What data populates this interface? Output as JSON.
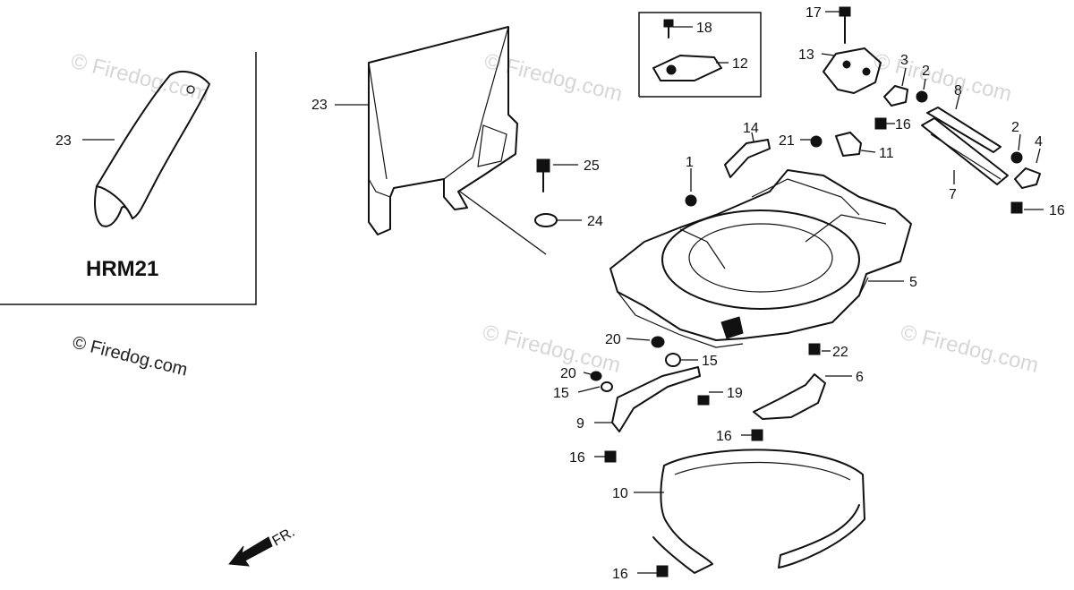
{
  "model": "HRM21",
  "copyright": "© Firedog.com",
  "watermark": "© Firedog.com",
  "direction_label": "FR.",
  "callouts": {
    "c23a": "23",
    "c23b": "23",
    "c18": "18",
    "c12": "12",
    "c17": "17",
    "c13": "13",
    "c3": "3",
    "c2a": "2",
    "c8": "8",
    "c16a": "16",
    "c14": "14",
    "c21": "21",
    "c11": "11",
    "c1": "1",
    "c25": "25",
    "c24": "24",
    "c2b": "2",
    "c4": "4",
    "c7": "7",
    "c16b": "16",
    "c5": "5",
    "c20a": "20",
    "c15a": "15",
    "c22": "22",
    "c20b": "20",
    "c15b": "15",
    "c19": "19",
    "c6": "6",
    "c9": "9",
    "c16c": "16",
    "c16d": "16",
    "c10": "10",
    "c16e": "16"
  }
}
